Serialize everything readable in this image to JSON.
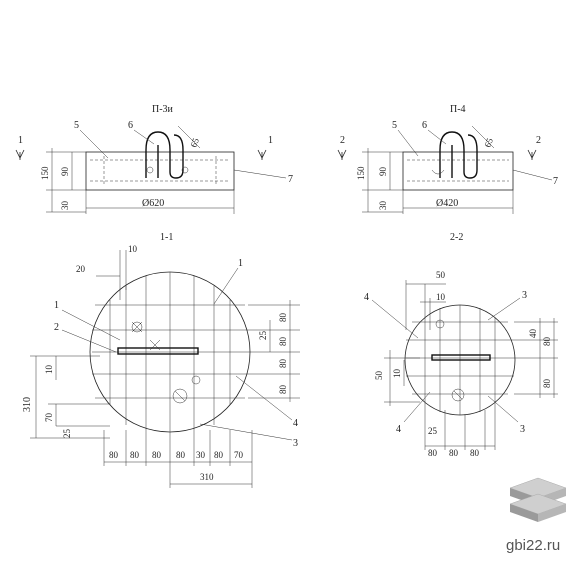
{
  "plates": [
    {
      "mark": "П-3и",
      "diameter": "Ø620",
      "h_total": "150",
      "h_top": "90",
      "h_bottom": "30",
      "loop_dim": "65"
    },
    {
      "mark": "П-4",
      "diameter": "Ø420",
      "h_total": "150",
      "h_top": "90",
      "h_bottom": "30",
      "loop_dim": "65"
    }
  ],
  "section_markers": {
    "left": "1",
    "right": "2"
  },
  "sections": {
    "left": "1-1",
    "right": "2-2"
  },
  "callouts": {
    "c1": "1",
    "c2": "2",
    "c3": "3",
    "c4": "4",
    "c5": "5",
    "c6": "6",
    "c7": "7"
  },
  "dims_left": {
    "top10": "10",
    "top20": "20",
    "r25": "25",
    "r80a": "80",
    "r80b": "80",
    "r80c": "80",
    "r80d": "80",
    "l10": "10",
    "l310": "310",
    "l70": "70",
    "l25": "25",
    "b80a": "80",
    "b80b": "80",
    "b80c": "80",
    "b80d": "80",
    "b30": "30",
    "b80e": "80",
    "b70": "70",
    "b310": "310"
  },
  "dims_right": {
    "top50": "50",
    "top10": "10",
    "r40": "40",
    "r80a": "80",
    "r80b": "80",
    "l50": "50",
    "l10": "10",
    "b25": "25",
    "b80a": "80",
    "b80b": "80",
    "b80c": "80"
  },
  "watermark": "gbi22.ru"
}
